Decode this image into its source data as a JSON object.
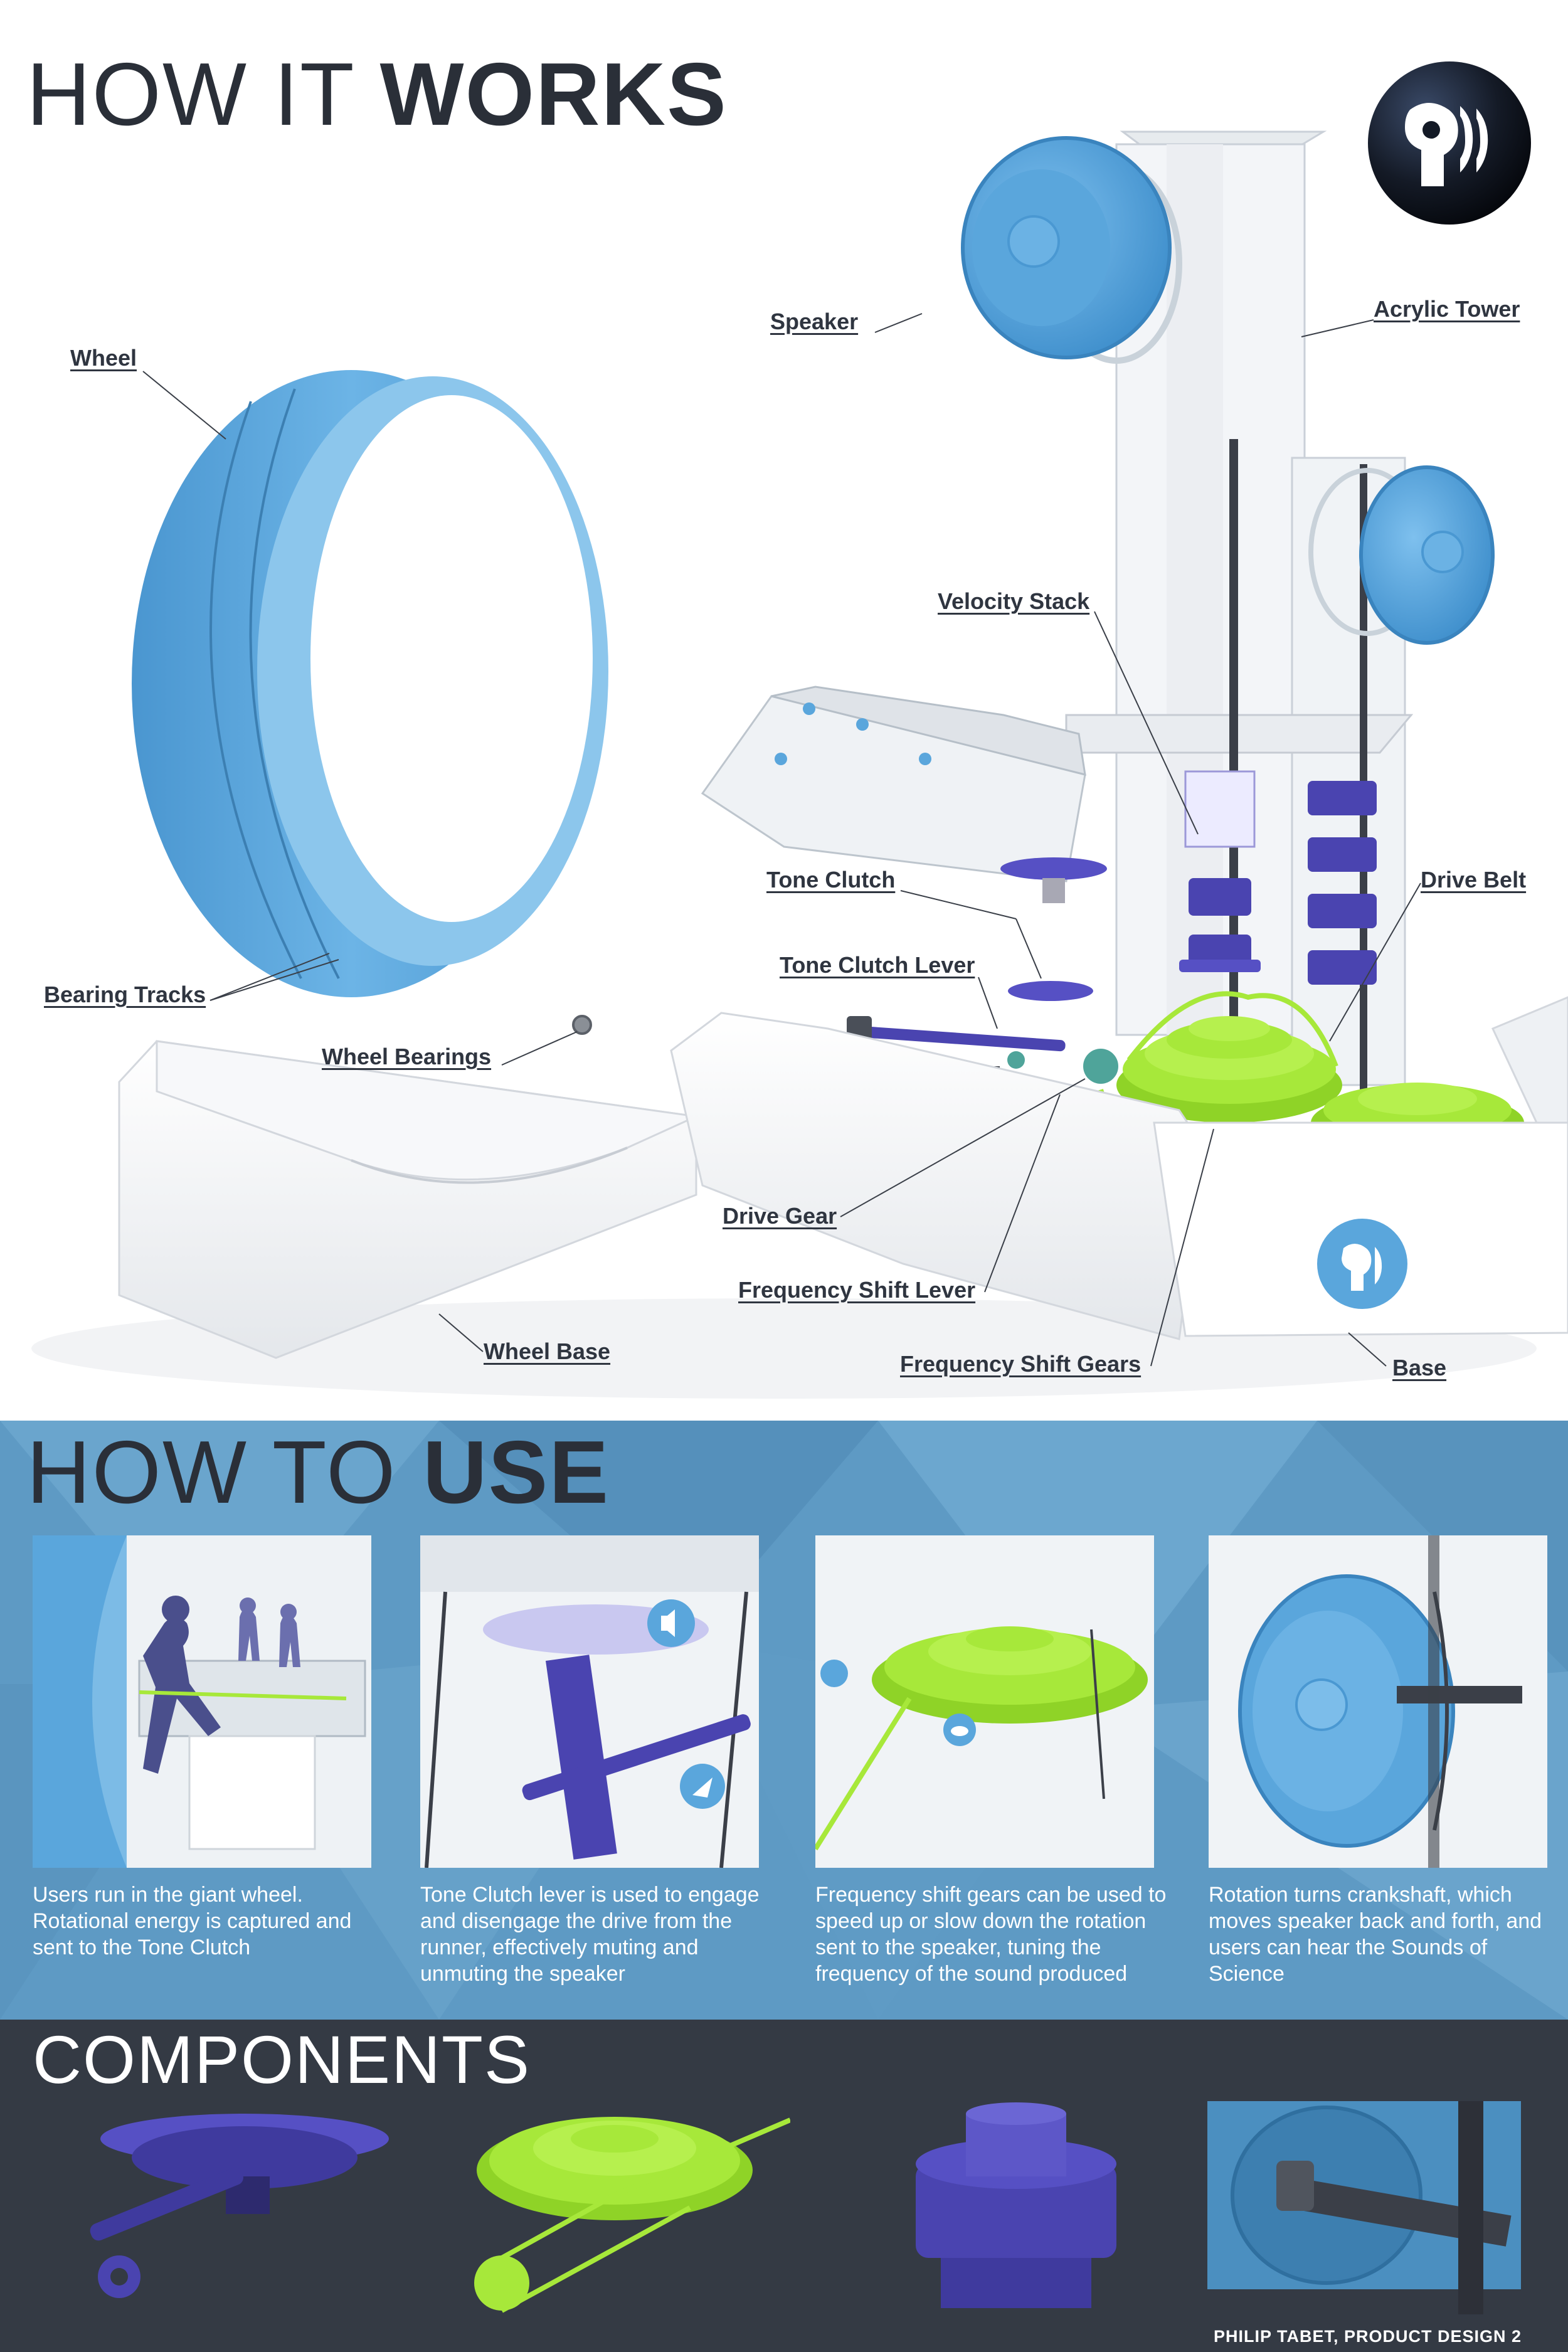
{
  "header": {
    "works_light": "HOW IT ",
    "works_bold": "WORKS"
  },
  "callouts": {
    "speaker": "Speaker",
    "acrylic_tower": "Acrylic Tower",
    "wheel": "Wheel",
    "velocity_stack": "Velocity Stack",
    "tone_clutch": "Tone Clutch",
    "drive_belt": "Drive Belt",
    "tone_clutch_lever": "Tone Clutch Lever",
    "bearing_tracks": "Bearing Tracks",
    "wheel_bearings": "Wheel Bearings",
    "drive_gear": "Drive Gear",
    "frequency_shift_lever": "Frequency Shift Lever",
    "wheel_base": "Wheel Base",
    "frequency_shift_gears": "Frequency Shift Gears",
    "base": "Base"
  },
  "use": {
    "title_light": "HOW TO ",
    "title_bold": "USE",
    "steps": [
      {
        "caption": "Users run in the giant wheel. Rotational energy is captured and sent to the Tone Clutch"
      },
      {
        "caption": "Tone Clutch lever is used to engage and disengage the drive from the runner, effectively muting and unmuting the speaker"
      },
      {
        "caption": "Frequency shift gears can be used to speed up or slow down the rotation sent to the speaker, tuning the frequency of the sound produced"
      },
      {
        "caption": "Rotation turns crankshaft, which moves speaker back and forth, and users can hear the Sounds of Science"
      }
    ]
  },
  "components": {
    "title": "COMPONENTS"
  },
  "footer": {
    "credit": "PHILIP TABET, PRODUCT DESIGN 2"
  },
  "colors": {
    "wheel_blue": "#5aa6dc",
    "gear_green": "#a7e83a",
    "gear_purple": "#4a44b0",
    "section_blue": "#5e9ac4",
    "section_dark": "#343a44",
    "title_dark": "#2a2f38"
  },
  "icons": [
    "pbs-logo-icon",
    "speaker-sound-icon",
    "turtle-icon"
  ]
}
